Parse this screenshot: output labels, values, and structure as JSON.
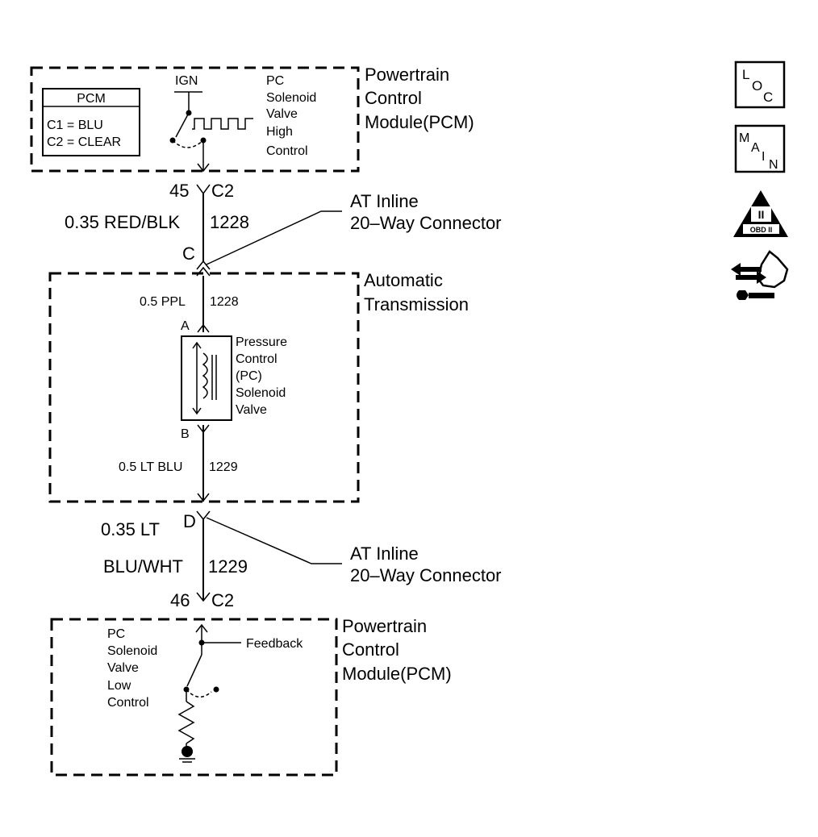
{
  "pcm_top": {
    "legend_title": "PCM",
    "legend_line1": "C1 = BLU",
    "legend_line2": "C2 = CLEAR",
    "ign_label": "IGN",
    "circuit_label": [
      "PC",
      "Solenoid",
      "Valve",
      "High",
      "Control"
    ],
    "module_name": [
      "Powertrain",
      "Control",
      "Module(PCM)"
    ],
    "pin": "45",
    "connector": "C2"
  },
  "wire_top": {
    "gauge_color": "0.35 RED/BLK",
    "circuit": "1228"
  },
  "inline_connector_top": {
    "pin": "C",
    "label": [
      "AT Inline",
      "20–Way Connector"
    ]
  },
  "transmission": {
    "module_name": [
      "Automatic",
      "Transmission"
    ],
    "wire_a_gauge": "0.5 PPL",
    "wire_a_circuit": "1228",
    "pin_a": "A",
    "solenoid_name": [
      "Pressure",
      "Control",
      "(PC)",
      "Solenoid",
      "Valve"
    ],
    "pin_b": "B",
    "wire_b_gauge": "0.5 LT BLU",
    "wire_b_circuit": "1229"
  },
  "inline_connector_bottom": {
    "pin": "D",
    "label": [
      "AT Inline",
      "20–Way Connector"
    ]
  },
  "wire_bottom": {
    "gauge_line1": "0.35 LT",
    "gauge_line2": "BLU/WHT",
    "circuit": "1229"
  },
  "pcm_bottom": {
    "pin": "46",
    "connector": "C2",
    "feedback_label": "Feedback",
    "circuit_label": [
      "PC",
      "Solenoid",
      "Valve",
      "Low",
      "Control"
    ],
    "module_name": [
      "Powertrain",
      "Control",
      "Module(PCM)"
    ]
  },
  "nav": {
    "loc": [
      "L",
      "O",
      "C"
    ],
    "main": [
      "M",
      "A",
      "I",
      "N"
    ],
    "obd_numeral": "II",
    "obd_label": "OBD II",
    "icons": [
      "loc-icon",
      "main-icon",
      "obd-ii-icon",
      "diagnostic-hand-icon"
    ]
  }
}
